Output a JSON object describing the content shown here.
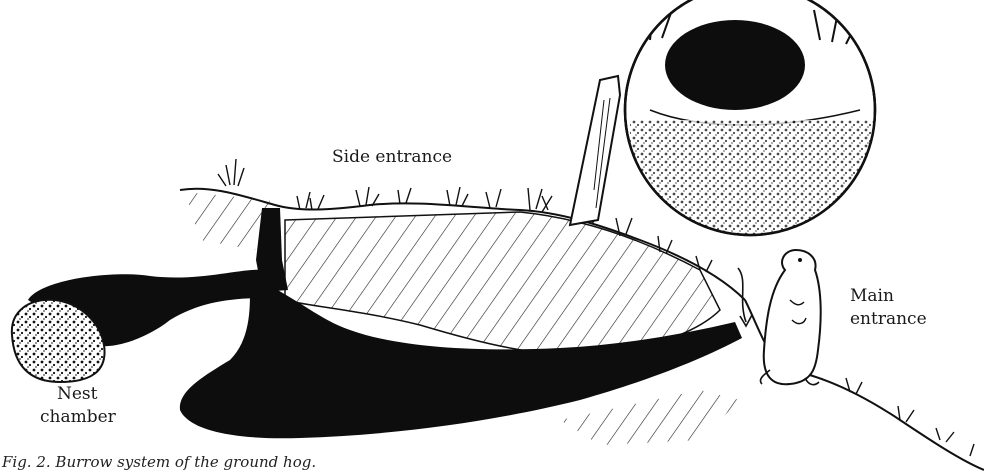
{
  "labels": {
    "side_entrance": "Side entrance",
    "main_entrance_line1": "Main",
    "main_entrance_line2": "entrance",
    "nest_chamber_line1": "Nest",
    "nest_chamber_line2": "chamber"
  },
  "caption": "Fig. 2. Burrow system of the ground hog.",
  "colors": {
    "ink": "#111111",
    "paper": "#ffffff"
  },
  "icons": [
    "ground-hog-icon",
    "arrow-down-icon"
  ]
}
